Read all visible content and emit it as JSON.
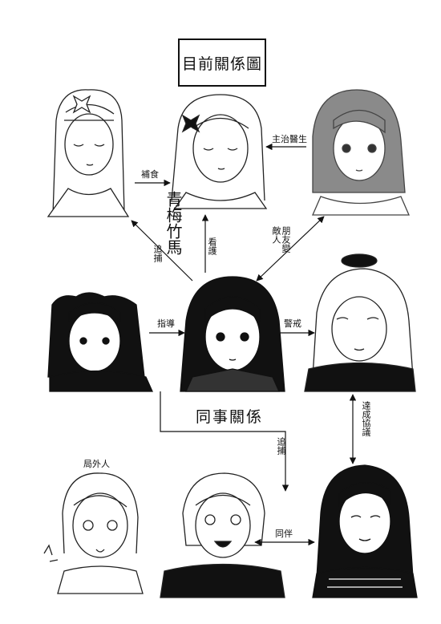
{
  "title": "目前關係圖",
  "section_title": "同事關係",
  "romance_label": "青梅竹馬",
  "labels": {
    "feeding": "補食",
    "doctor": "主治醫生",
    "chase1": "追捕",
    "guard": "看護",
    "friend_enemy": "朋友變敵人",
    "guidance": "指導",
    "caution": "警戒",
    "agreement": "達成協議",
    "chase2": "追捕",
    "outsider": "局外人",
    "companion": "同伴"
  },
  "characters": [
    {
      "id": "top-left",
      "hair": "#ffffff"
    },
    {
      "id": "top-center",
      "hair": "#ffffff"
    },
    {
      "id": "top-right",
      "hair": "#8a8a8a"
    },
    {
      "id": "mid-left",
      "hair": "#111111"
    },
    {
      "id": "mid-center",
      "hair": "#111111"
    },
    {
      "id": "mid-right",
      "hair": "#ffffff"
    },
    {
      "id": "bottom-left",
      "hair": "#ffffff"
    },
    {
      "id": "bottom-center",
      "hair": "#ffffff"
    },
    {
      "id": "bottom-right",
      "hair": "#111111"
    }
  ]
}
